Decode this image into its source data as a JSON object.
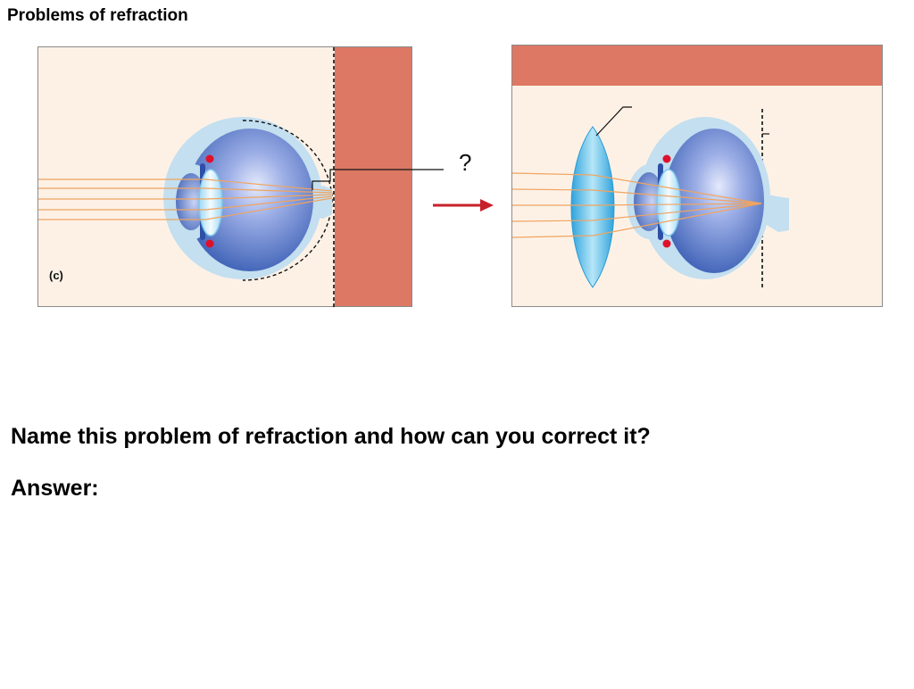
{
  "slide": {
    "title": "Problems of refraction",
    "question": "Name this problem of refraction and how can you correct it?",
    "answer_label": "Answer:"
  },
  "diagram": {
    "panel_left_label": "(c)",
    "unknown_marker": "?",
    "colors": {
      "panel_bg": "#fdf1e6",
      "image_plane": "#dc7864",
      "eye_outer": "#c3dff0",
      "eyeball": "#3e63b8",
      "eyeball_light": "#b9c7ee",
      "lens": "#48b2e4",
      "light_rays": "#f0a460",
      "arrow": "#c8202a",
      "ciliary_dot": "#e0102a"
    },
    "icons": [
      "eye-illustration",
      "convex-lens-icon",
      "arrow-right-icon"
    ]
  }
}
